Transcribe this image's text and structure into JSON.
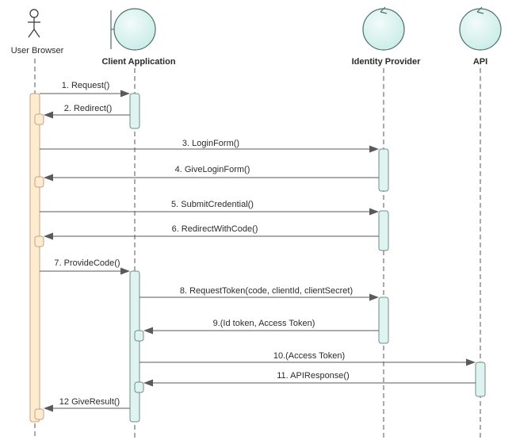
{
  "participants": [
    {
      "key": "browser",
      "name": "User Browser",
      "kind": "actor"
    },
    {
      "key": "client",
      "name": "Client Application",
      "kind": "boundary"
    },
    {
      "key": "idp",
      "name": "Identity Provider",
      "kind": "control"
    },
    {
      "key": "api",
      "name": "API",
      "kind": "control"
    }
  ],
  "messages": [
    {
      "label": "1. Request()",
      "from": "browser",
      "to": "client"
    },
    {
      "label": "2. Redirect()",
      "from": "client",
      "to": "browser"
    },
    {
      "label": "3. LoginForm()",
      "from": "browser",
      "to": "idp"
    },
    {
      "label": "4. GiveLoginForm()",
      "from": "idp",
      "to": "browser"
    },
    {
      "label": "5. SubmitCredential()",
      "from": "browser",
      "to": "idp"
    },
    {
      "label": "6. RedirectWithCode()",
      "from": "idp",
      "to": "browser"
    },
    {
      "label": "7. ProvideCode()",
      "from": "browser",
      "to": "client"
    },
    {
      "label": "8. RequestToken(code, clientId, clientSecret)",
      "from": "client",
      "to": "idp"
    },
    {
      "label": "9.(Id token, Access Token)",
      "from": "idp",
      "to": "client"
    },
    {
      "label": "10.(Access Token)",
      "from": "client",
      "to": "api"
    },
    {
      "label": "11. APIResponse()",
      "from": "api",
      "to": "client"
    },
    {
      "label": "12 GiveResult()",
      "from": "client",
      "to": "browser"
    }
  ],
  "colors": {
    "browser_activation": "#fdecd2",
    "browser_activation_stroke": "#c9a27a",
    "activation": "#dff4f1",
    "activation_stroke": "#6f8f8a",
    "lifeline_head": "#d8f1ef",
    "lifeline_head_stroke": "#4f6f6b"
  }
}
